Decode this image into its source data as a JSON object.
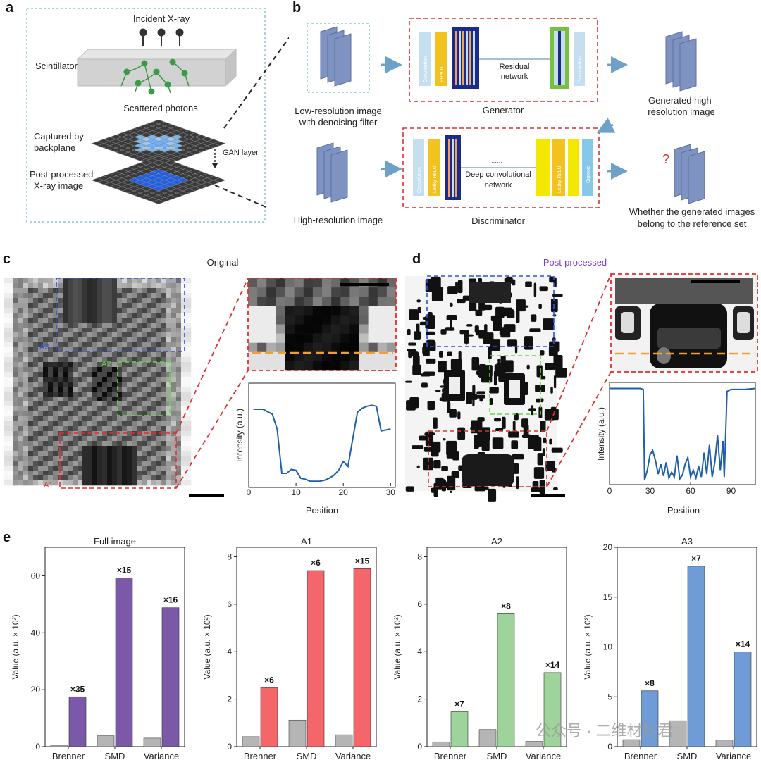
{
  "panels": {
    "a": "a",
    "b": "b",
    "c": "c",
    "d": "d",
    "e": "e"
  },
  "panel_a": {
    "incident": "Incident X-ray",
    "scintillator": "Scintillator",
    "scattered": "Scattered photons",
    "captured_1": "Captured by",
    "captured_2": "backplane",
    "gan": "GAN layer",
    "post_1": "Post-processed",
    "post_2": "X-ray image"
  },
  "panel_b": {
    "low_res_1": "Low-resolution image",
    "low_res_2": "with denoising filter",
    "high_res": "High-resolution image",
    "generator": "Generator",
    "discriminator": "Discriminator",
    "residual_1": "Residual",
    "residual_2": "network",
    "deep_1": "Deep convolutional",
    "deep_2": "network",
    "dots": "······",
    "gen_out_1": "Generated high-",
    "gen_out_2": "resolution image",
    "question": "?",
    "whether_1": "Whether the generated images",
    "whether_2": "belong to the reference set",
    "gen_layers": [
      "Convolution",
      "PReLU",
      "Convolution"
    ],
    "disc_layers": [
      "Convolution",
      "Leaky ReLU",
      "Leaky ReLU",
      "Sigmoid"
    ]
  },
  "panel_c": {
    "title": "Original",
    "regions": [
      "A3",
      "A2",
      "A1"
    ],
    "ylabel": "Intensity (a.u.)",
    "xlabel": "Position",
    "xticks": [
      "0",
      "10",
      "20",
      "30"
    ]
  },
  "panel_d": {
    "title": "Post-processed",
    "ylabel": "Intensity (a.u.)",
    "xlabel": "Position",
    "xticks": [
      "0",
      "30",
      "60",
      "90"
    ]
  },
  "colors": {
    "purple": "#7a5aa8",
    "red": "#f4666a",
    "green": "#9ed49b",
    "blue": "#6f9bd6",
    "gray": "#b5b5b5",
    "line": "#1f5fa8",
    "orange": "#f0a030"
  },
  "chart_data": [
    {
      "type": "line",
      "title": "",
      "xlabel": "Position",
      "ylabel": "Intensity (a.u.)",
      "xlim": [
        0,
        31
      ],
      "ylim": [
        0,
        1
      ],
      "x": [
        1,
        3,
        5,
        6,
        7,
        8,
        9,
        10,
        11,
        12,
        13,
        14,
        15,
        16,
        17,
        18,
        19,
        20,
        21,
        22,
        23,
        24,
        25,
        26,
        27,
        28,
        29,
        30
      ],
      "y": [
        0.75,
        0.75,
        0.7,
        0.55,
        0.1,
        0.1,
        0.14,
        0.13,
        0.05,
        0.04,
        0.02,
        0.02,
        0.02,
        0.03,
        0.05,
        0.08,
        0.13,
        0.22,
        0.17,
        0.45,
        0.72,
        0.76,
        0.78,
        0.79,
        0.78,
        0.53,
        0.54,
        0.55
      ]
    },
    {
      "type": "line",
      "title": "",
      "xlabel": "Position",
      "ylabel": "Intensity (a.u.)",
      "xlim": [
        0,
        108
      ],
      "ylim": [
        0,
        1
      ],
      "x": [
        0,
        10,
        20,
        23,
        25,
        26,
        28,
        30,
        32,
        34,
        36,
        38,
        40,
        42,
        44,
        46,
        48,
        50,
        52,
        54,
        56,
        58,
        60,
        62,
        64,
        66,
        68,
        70,
        72,
        74,
        76,
        78,
        80,
        82,
        84,
        85,
        87,
        90,
        100,
        108
      ],
      "y": [
        0.96,
        0.96,
        0.96,
        0.96,
        0.95,
        0.02,
        0.12,
        0.28,
        0.32,
        0.22,
        0.08,
        0.18,
        0.06,
        0.2,
        0.04,
        0.1,
        0.05,
        0.27,
        0.03,
        0.07,
        0.18,
        0.25,
        0.05,
        0.12,
        0.04,
        0.16,
        0.05,
        0.3,
        0.08,
        0.38,
        0.05,
        0.2,
        0.48,
        0.12,
        0.42,
        0.05,
        0.93,
        0.95,
        0.95,
        0.96
      ]
    },
    {
      "type": "bar",
      "title": "Full image",
      "xlabel": "",
      "ylabel": "Value (a.u. × 10²)",
      "ylim": [
        0,
        70
      ],
      "yticks": [
        0,
        20,
        40,
        60
      ],
      "categories": [
        "Brenner",
        "SMD",
        "Variance"
      ],
      "series": [
        {
          "values": [
            0.5,
            3.8,
            3.0
          ]
        },
        {
          "values": [
            17.5,
            59.2,
            48.8
          ]
        }
      ],
      "annotations": [
        "×35",
        "×15",
        "×16"
      ]
    },
    {
      "type": "bar",
      "title": "A1",
      "xlabel": "",
      "ylabel": "Value (a.u. × 10²)",
      "ylim": [
        0,
        8.4
      ],
      "yticks": [
        0,
        2,
        4,
        6,
        8
      ],
      "categories": [
        "Brenner",
        "SMD",
        "Variance"
      ],
      "series": [
        {
          "values": [
            0.42,
            1.12,
            0.5
          ]
        },
        {
          "values": [
            2.48,
            7.42,
            7.5
          ]
        }
      ],
      "annotations": [
        "×6",
        "×6",
        "×15"
      ]
    },
    {
      "type": "bar",
      "title": "A2",
      "xlabel": "",
      "ylabel": "Value (a.u. × 10²)",
      "ylim": [
        0,
        8.4
      ],
      "yticks": [
        0,
        2,
        4,
        6,
        8
      ],
      "categories": [
        "Brenner",
        "SMD",
        "Variance"
      ],
      "series": [
        {
          "values": [
            0.2,
            0.72,
            0.22
          ]
        },
        {
          "values": [
            1.47,
            5.6,
            3.12
          ]
        }
      ],
      "annotations": [
        "×7",
        "×8",
        "×14"
      ]
    },
    {
      "type": "bar",
      "title": "A3",
      "xlabel": "",
      "ylabel": "Value (a.u. × 10²)",
      "ylim": [
        0,
        20
      ],
      "yticks": [
        0,
        5,
        10,
        15,
        20
      ],
      "categories": [
        "Brenner",
        "SMD",
        "Variance"
      ],
      "series": [
        {
          "values": [
            0.7,
            2.6,
            0.65
          ]
        },
        {
          "values": [
            5.6,
            18.1,
            9.5
          ]
        }
      ],
      "annotations": [
        "×8",
        "×7",
        "×14"
      ]
    }
  ],
  "watermark": "公众号 · 二维材料君"
}
